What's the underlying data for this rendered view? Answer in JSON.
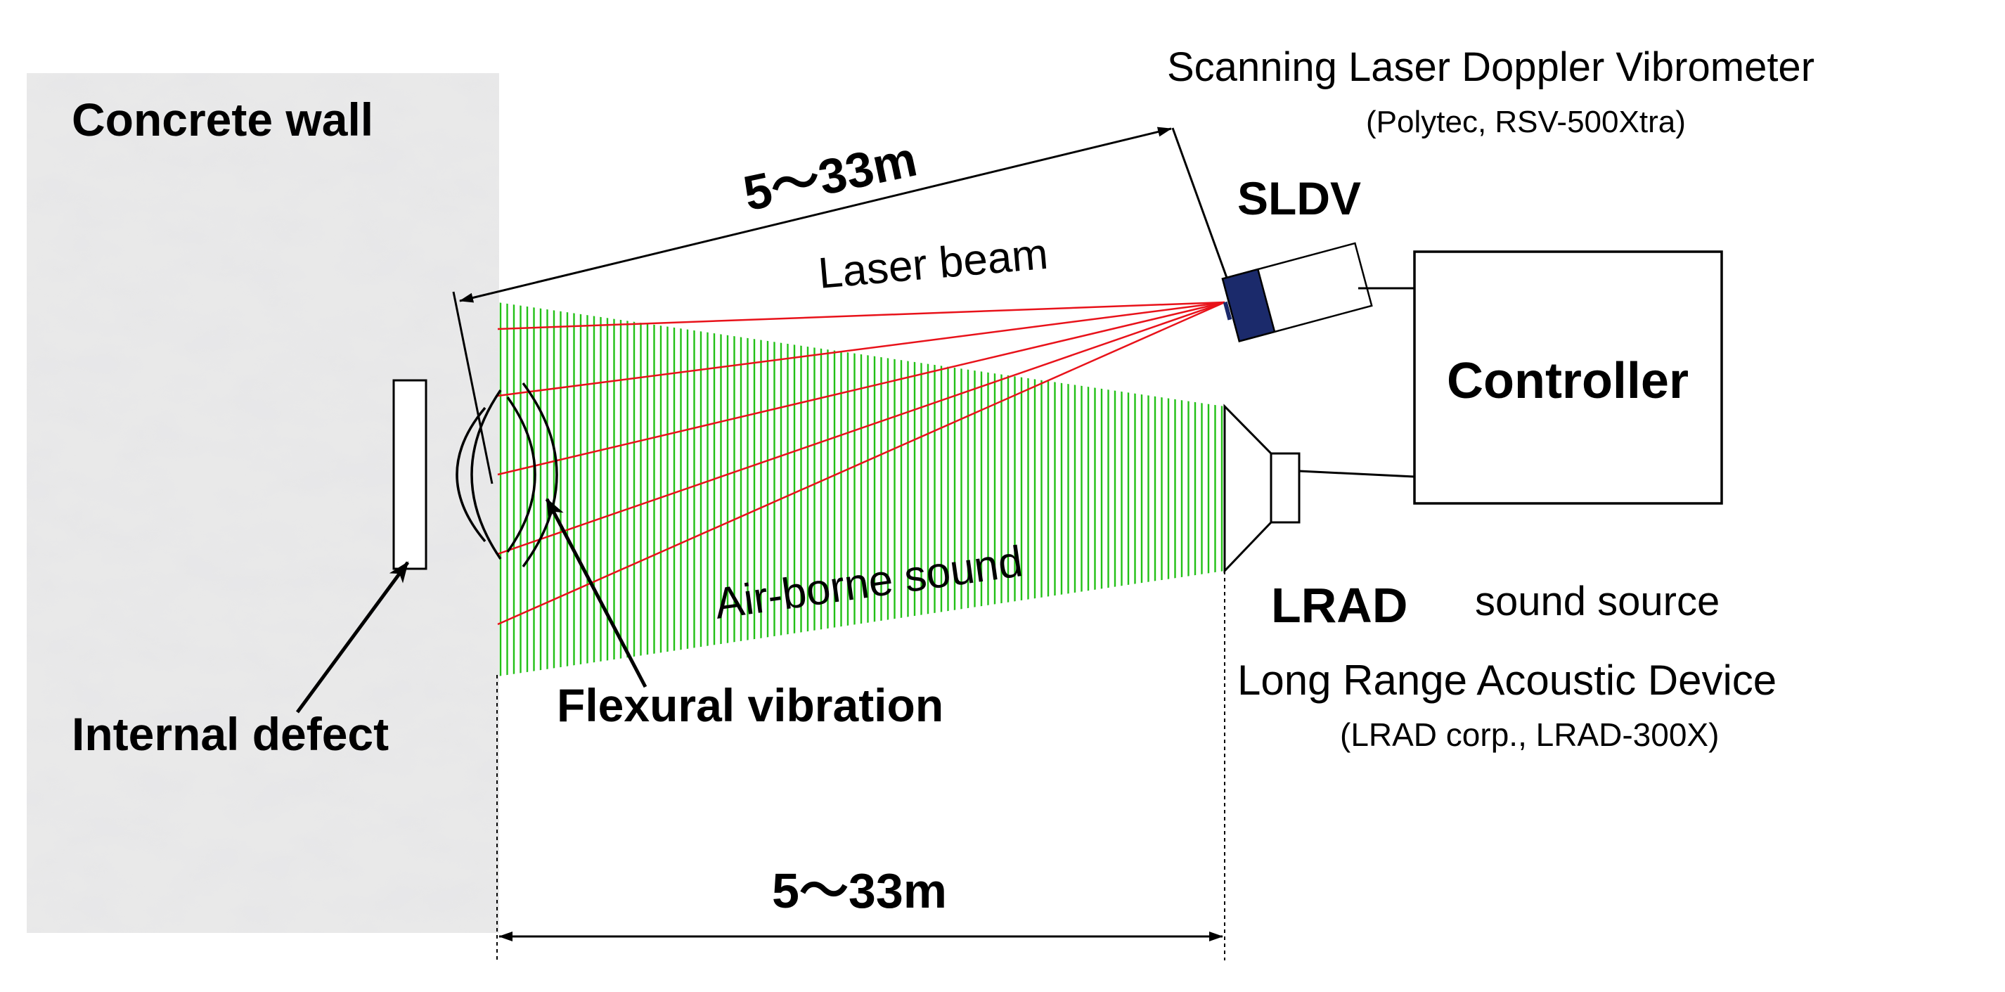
{
  "labels": {
    "wall": "Concrete wall",
    "internal_defect": "Internal defect",
    "flexural_vibration": "Flexural vibration",
    "laser_beam": "Laser beam",
    "airborne_sound": "Air-borne sound",
    "distance_slant": "5～33m",
    "distance_bottom": "5～33m",
    "sldv": "SLDV",
    "sldv_full": "Scanning Laser Doppler Vibrometer",
    "sldv_model": "(Polytec, RSV-500Xtra)",
    "controller": "Controller",
    "lrad": "LRAD",
    "lrad_role": "sound source",
    "lrad_full": "Long Range Acoustic Device",
    "lrad_model": "(LRAD corp., LRAD-300X)"
  },
  "colors": {
    "laser": "#e8121a",
    "sound_hatch": "#22c016",
    "sldv_lens": "#1b2a6b",
    "wall_base": "#e9e9e9"
  }
}
